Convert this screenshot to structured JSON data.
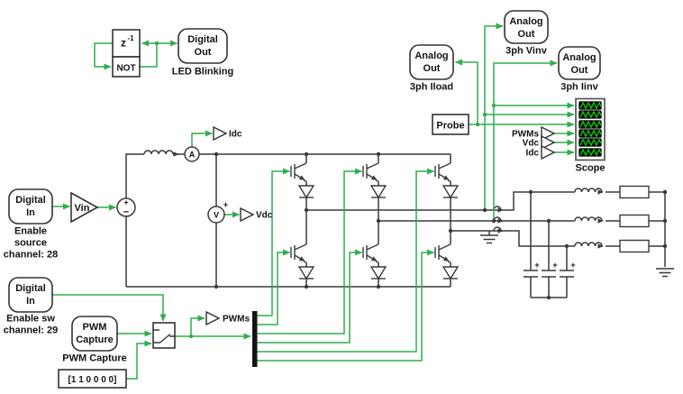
{
  "colors": {
    "wire_green": "#2fae4b",
    "circuit_black": "#3a3a3a",
    "scope_trace_green": "#00d600",
    "block_border": "#333333",
    "background": "#ffffff"
  },
  "led_blinking": {
    "delay_base": "z",
    "delay_exp": "-1",
    "not_label": "NOT",
    "out_line1": "Digital",
    "out_line2": "Out",
    "caption": "LED Blinking"
  },
  "analog_out_iload": {
    "line1": "Analog",
    "line2": "Out",
    "caption": "3ph Iload"
  },
  "analog_out_vinv": {
    "line1": "Analog",
    "line2": "Out",
    "caption": "3ph Vinv"
  },
  "analog_out_iinv": {
    "line1": "Analog",
    "line2": "Out",
    "caption": "3ph Iinv"
  },
  "probe": {
    "label": "Probe"
  },
  "scope": {
    "caption": "Scope",
    "tag_pwms": "PWMs",
    "tag_vdc": "Vdc",
    "tag_idc": "Idc"
  },
  "source_chain": {
    "digital_in_line1": "Digital",
    "digital_in_line2": "In",
    "caption_lines": [
      "Enable",
      "source",
      "channel: 28"
    ],
    "gain": "Vin",
    "src_plus": "+",
    "src_minus": "−"
  },
  "measure": {
    "ammeter": "A",
    "voltmeter": "V",
    "volt_plus": "+",
    "idc_tag": "Idc",
    "vdc_tag": "Vdc"
  },
  "pwm_chain": {
    "digital_in_line1": "Digital",
    "digital_in_line2": "In",
    "caption_lines": [
      "Enable sw",
      "channel: 29"
    ],
    "cap_line1": "PWM",
    "cap_line2": "Capture",
    "cap_caption": "PWM Capture",
    "constant": "[1 1 0 0 0 0]",
    "pwms_tag": "PWMs"
  },
  "load": {
    "plus1": "+",
    "plus2": "+",
    "plus3": "+"
  }
}
